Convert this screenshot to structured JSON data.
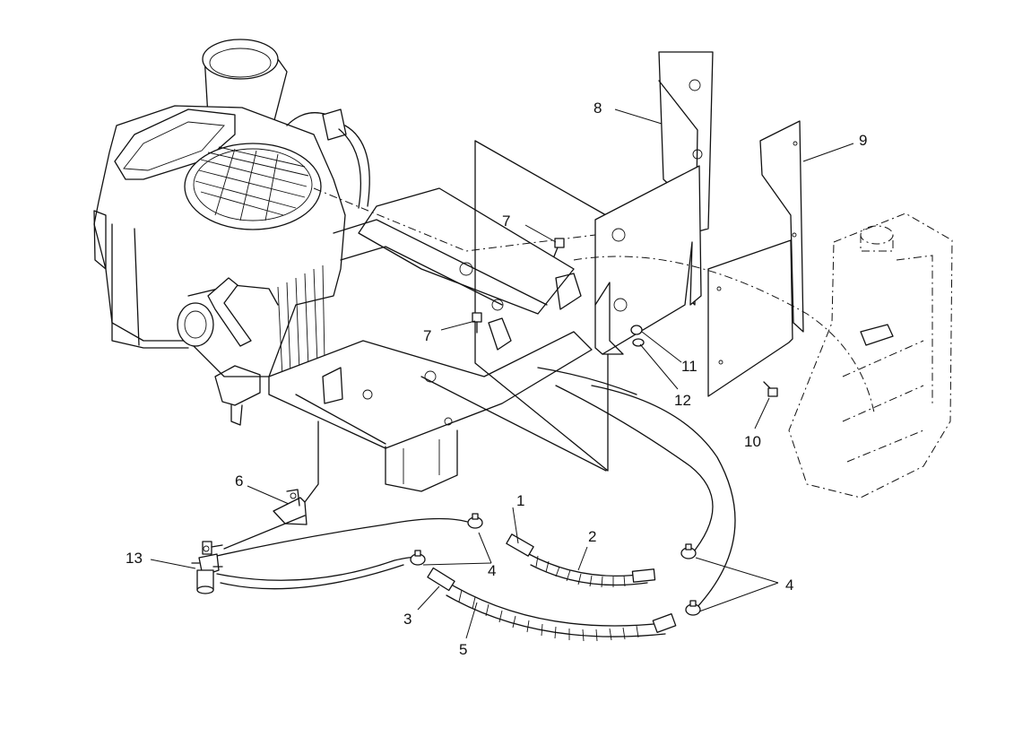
{
  "callouts": [
    {
      "id": "c1",
      "text": "1"
    },
    {
      "id": "c2",
      "text": "2"
    },
    {
      "id": "c3",
      "text": "3"
    },
    {
      "id": "c4a",
      "text": "4"
    },
    {
      "id": "c4b",
      "text": "4"
    },
    {
      "id": "c5",
      "text": "5"
    },
    {
      "id": "c6",
      "text": "6"
    },
    {
      "id": "c7a",
      "text": "7"
    },
    {
      "id": "c7b",
      "text": "7"
    },
    {
      "id": "c8",
      "text": "8"
    },
    {
      "id": "c9",
      "text": "9"
    },
    {
      "id": "c10",
      "text": "10"
    },
    {
      "id": "c11",
      "text": "11"
    },
    {
      "id": "c12",
      "text": "12"
    },
    {
      "id": "c13",
      "text": "13"
    }
  ]
}
